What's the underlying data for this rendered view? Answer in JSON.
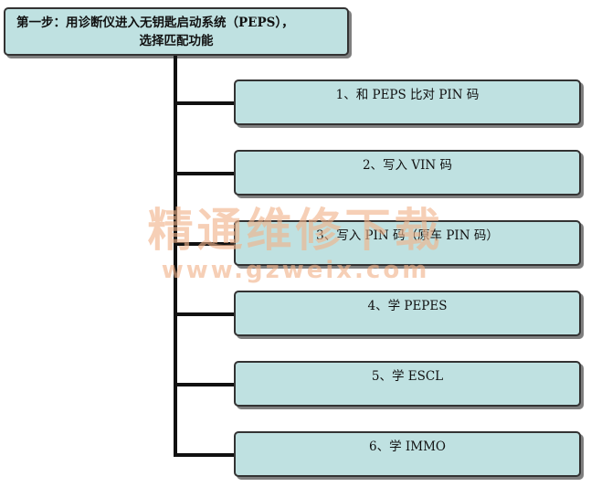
{
  "top_box": {
    "line1": "第一步：用诊断仪进入无钥匙启动系统（PEPS），",
    "line2": "选择匹配功能"
  },
  "steps": [
    {
      "label": "1、和 PEPS 比对 PIN 码"
    },
    {
      "label": "2、写入 VIN 码"
    },
    {
      "label": "3、写入 PIN 码（原车 PIN 码）"
    },
    {
      "label": "4、学 PEPES"
    },
    {
      "label": "5、学 ESCL"
    },
    {
      "label": "6、学 IMMO"
    }
  ],
  "watermark": {
    "cn": "精通维修下载",
    "url": "www.gzweix.com"
  },
  "colors": {
    "box_fill": "#bfe1e1",
    "box_border": "#333333",
    "connector": "#111111",
    "watermark": "#f2b38a"
  }
}
